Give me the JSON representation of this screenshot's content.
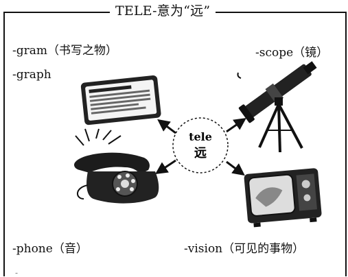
{
  "title": "TELE-意为“远”",
  "center": {
    "word": "tele",
    "meaning": "远"
  },
  "labels": {
    "gram": "-gram（书写之物）",
    "graph": "-graph",
    "scope": "-scope（镜）",
    "phone": "-phone（音）",
    "vision": "-vision（可见的事物）"
  },
  "icons": [
    "telegram-icon",
    "telescope-icon",
    "telephone-icon",
    "television-icon"
  ]
}
